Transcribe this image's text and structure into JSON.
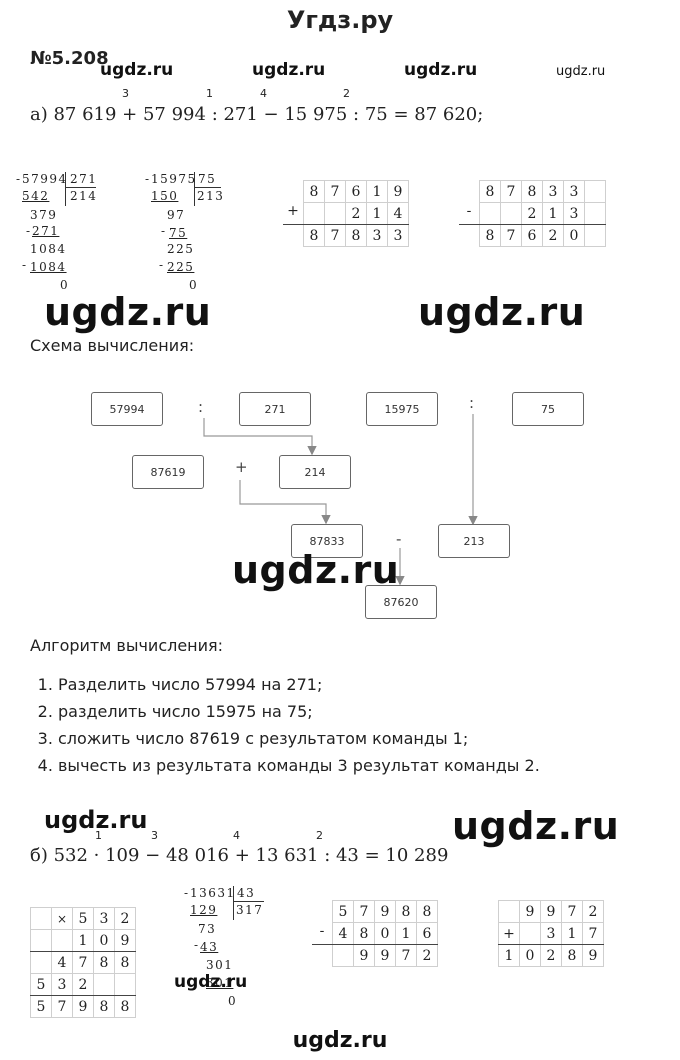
{
  "site_title": "Угдз.ру",
  "task_number": "№5.208",
  "watermark": "ugdz.ru",
  "part_a": {
    "order_marks": [
      "3",
      "1",
      "4",
      "2"
    ],
    "equation": "а) 87 619 + 57 994 : 271 − 15 975 : 75 = 87 620;",
    "div1": {
      "dividend": "57994",
      "divisor": "271",
      "quotient": "214",
      "steps": [
        "542",
        "379",
        "271",
        "1084",
        "1084",
        "0"
      ]
    },
    "div2": {
      "dividend": "15975",
      "divisor": "75",
      "quotient": "213",
      "steps": [
        "150",
        "97",
        "75",
        "225",
        "225",
        "0"
      ]
    },
    "add": {
      "sign": "+",
      "rows": [
        [
          "8",
          "7",
          "6",
          "1",
          "9"
        ],
        [
          "",
          "",
          "2",
          "1",
          "4"
        ],
        [
          "8",
          "7",
          "8",
          "3",
          "3"
        ]
      ]
    },
    "sub": {
      "sign": "-",
      "rows": [
        [
          "8",
          "7",
          "8",
          "3",
          "3"
        ],
        [
          "",
          "",
          "2",
          "1",
          "3"
        ],
        [
          "8",
          "7",
          "6",
          "2",
          "0"
        ]
      ]
    }
  },
  "scheme": {
    "heading": "Схема вычисления:",
    "boxes": {
      "b57994": "57994",
      "b271": "271",
      "b15975": "15975",
      "b75": "75",
      "b87619": "87619",
      "b214": "214",
      "b87833": "87833",
      "b213": "213",
      "b87620": "87620"
    },
    "ops": {
      "div1": ":",
      "div2": ":",
      "plus": "+",
      "minus": "-"
    }
  },
  "algorithm": {
    "heading": "Алгоритм вычисления:",
    "steps": [
      "Разделить число 57994 на 271;",
      "разделить число 15975 на 75;",
      "сложить число 87619 с результатом команды 1;",
      "вычесть из результата команды 3 результат команды 2."
    ]
  },
  "part_b": {
    "order_marks": [
      "1",
      "3",
      "4",
      "2"
    ],
    "equation": "б) 532 · 109 − 48 016 + 13 631 : 43 = 10 289",
    "mult": {
      "sign": "×",
      "rows": [
        [
          "",
          "",
          "5",
          "3",
          "2"
        ],
        [
          "",
          "",
          "1",
          "0",
          "9"
        ],
        [
          "",
          "4",
          "7",
          "8",
          "8"
        ],
        [
          "5",
          "3",
          "2",
          "",
          ""
        ],
        [
          "5",
          "7",
          "9",
          "8",
          "8"
        ]
      ]
    },
    "div": {
      "dividend": "13631",
      "divisor": "43",
      "quotient": "317",
      "steps": [
        "129",
        "73",
        "43",
        "301",
        "301",
        "0"
      ]
    },
    "sub": {
      "sign": "-",
      "rows": [
        [
          "5",
          "7",
          "9",
          "8",
          "8"
        ],
        [
          "4",
          "8",
          "0",
          "1",
          "6"
        ],
        [
          "",
          "9",
          "9",
          "7",
          "2"
        ]
      ]
    },
    "add": {
      "sign": "+",
      "rows": [
        [
          "",
          "9",
          "9",
          "7",
          "2"
        ],
        [
          "",
          "",
          "3",
          "1",
          "7"
        ],
        [
          "1",
          "0",
          "2",
          "8",
          "9"
        ]
      ]
    }
  }
}
